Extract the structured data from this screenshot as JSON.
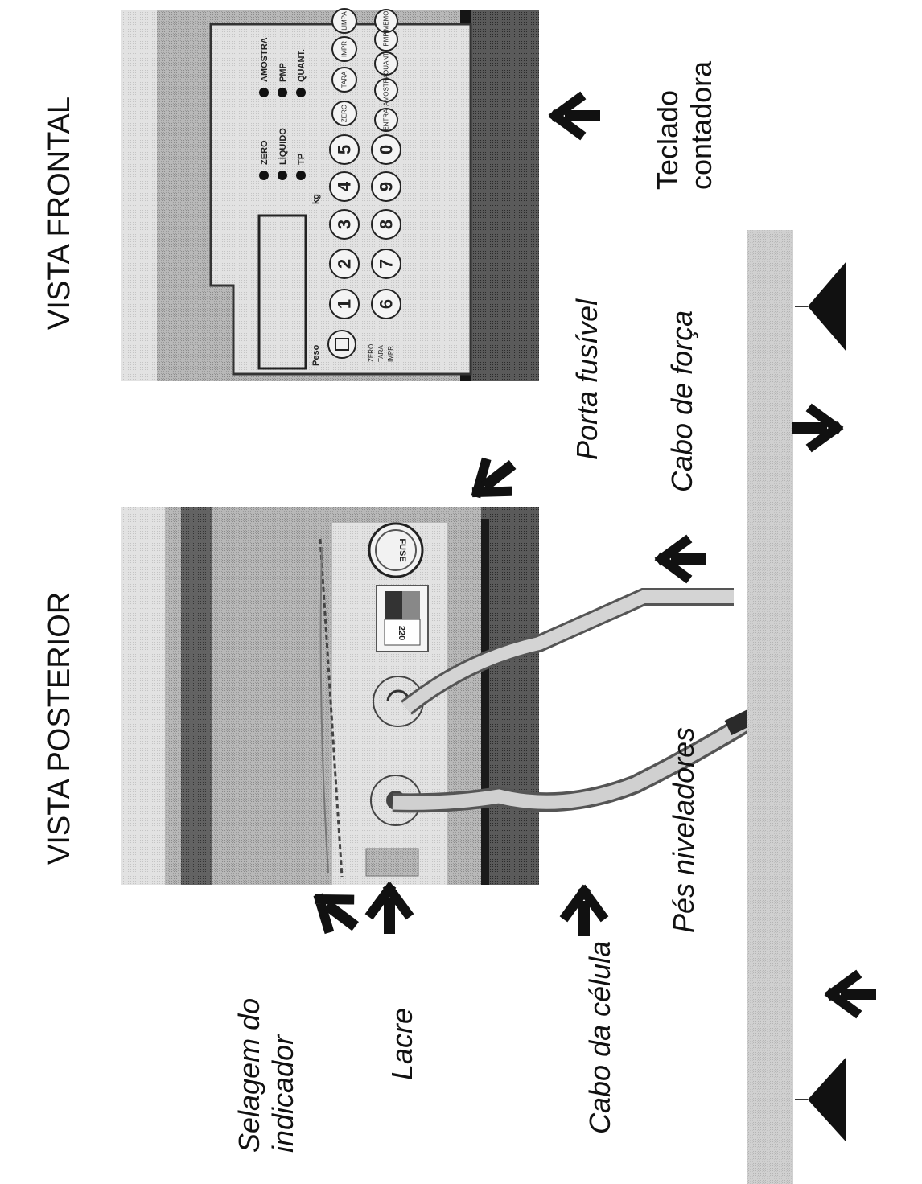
{
  "titles": {
    "rear": "VISTA POSTERIOR",
    "front": "VISTA FRONTAL"
  },
  "callouts": {
    "keyboard": [
      "Teclado",
      "contadora"
    ],
    "fuse_holder": "Porta fusível",
    "power_cable": "Cabo de força",
    "indicator_seal": [
      "Selagem do",
      "indicador"
    ],
    "seal": "Lacre",
    "cell_cable": "Cabo da  célula",
    "leveling_feet": "Pés niveladores"
  },
  "rear_panel": {
    "voltage": "220",
    "fuse": "FUSE"
  },
  "front_panel": {
    "peso": "Peso",
    "leds": [
      "ZERO",
      "LÍQUIDO",
      "TP",
      "AMOSTRA",
      "PMP",
      "QUANT."
    ],
    "keypad_row_top": [
      "1",
      "2",
      "3",
      "4",
      "5"
    ],
    "keypad_row_bottom": [
      "6",
      "7",
      "8",
      "9",
      "0"
    ],
    "function_keys_top": [
      "ZERO",
      "TARA",
      "IMPR",
      "LIMPA"
    ],
    "function_keys_bottom": [
      "ENTRA",
      "AMOSTRA",
      "QUANT",
      "PMP",
      "MEMO"
    ],
    "side_small": [
      "ZERO",
      "TARA",
      "IMPR"
    ],
    "display_mark": "kg"
  }
}
